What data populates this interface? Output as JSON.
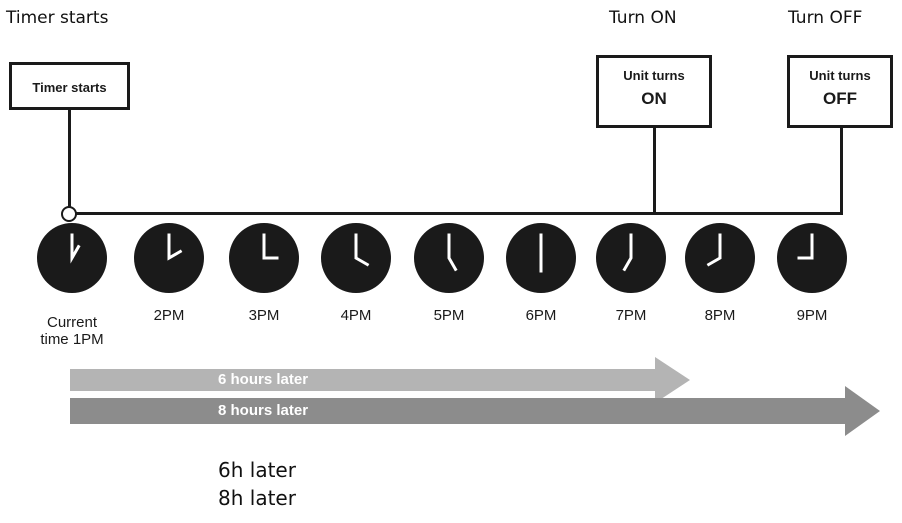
{
  "top_labels": {
    "timer_starts": "Timer starts",
    "turn_on": "Turn ON",
    "turn_off": "Turn OFF"
  },
  "boxes": {
    "timer_starts": "Timer starts",
    "unit_on": {
      "line1": "Unit turns",
      "line2": "ON"
    },
    "unit_off": {
      "line1": "Unit turns",
      "line2": "OFF"
    }
  },
  "clocks": [
    {
      "label": "Current time 1PM",
      "hour": 1
    },
    {
      "label": "2PM",
      "hour": 2
    },
    {
      "label": "3PM",
      "hour": 3
    },
    {
      "label": "4PM",
      "hour": 4
    },
    {
      "label": "5PM",
      "hour": 5
    },
    {
      "label": "6PM",
      "hour": 6
    },
    {
      "label": "7PM",
      "hour": 7
    },
    {
      "label": "8PM",
      "hour": 8
    },
    {
      "label": "9PM",
      "hour": 9
    }
  ],
  "arrows": {
    "six": "6 hours later",
    "eight": "8 hours later"
  },
  "bottom_text": {
    "line1": "6h later",
    "line2": "8h later"
  },
  "colors": {
    "clock_face": "#1a1a1a",
    "arrow_six": "#b4b4b4",
    "arrow_eight": "#8c8c8c"
  }
}
